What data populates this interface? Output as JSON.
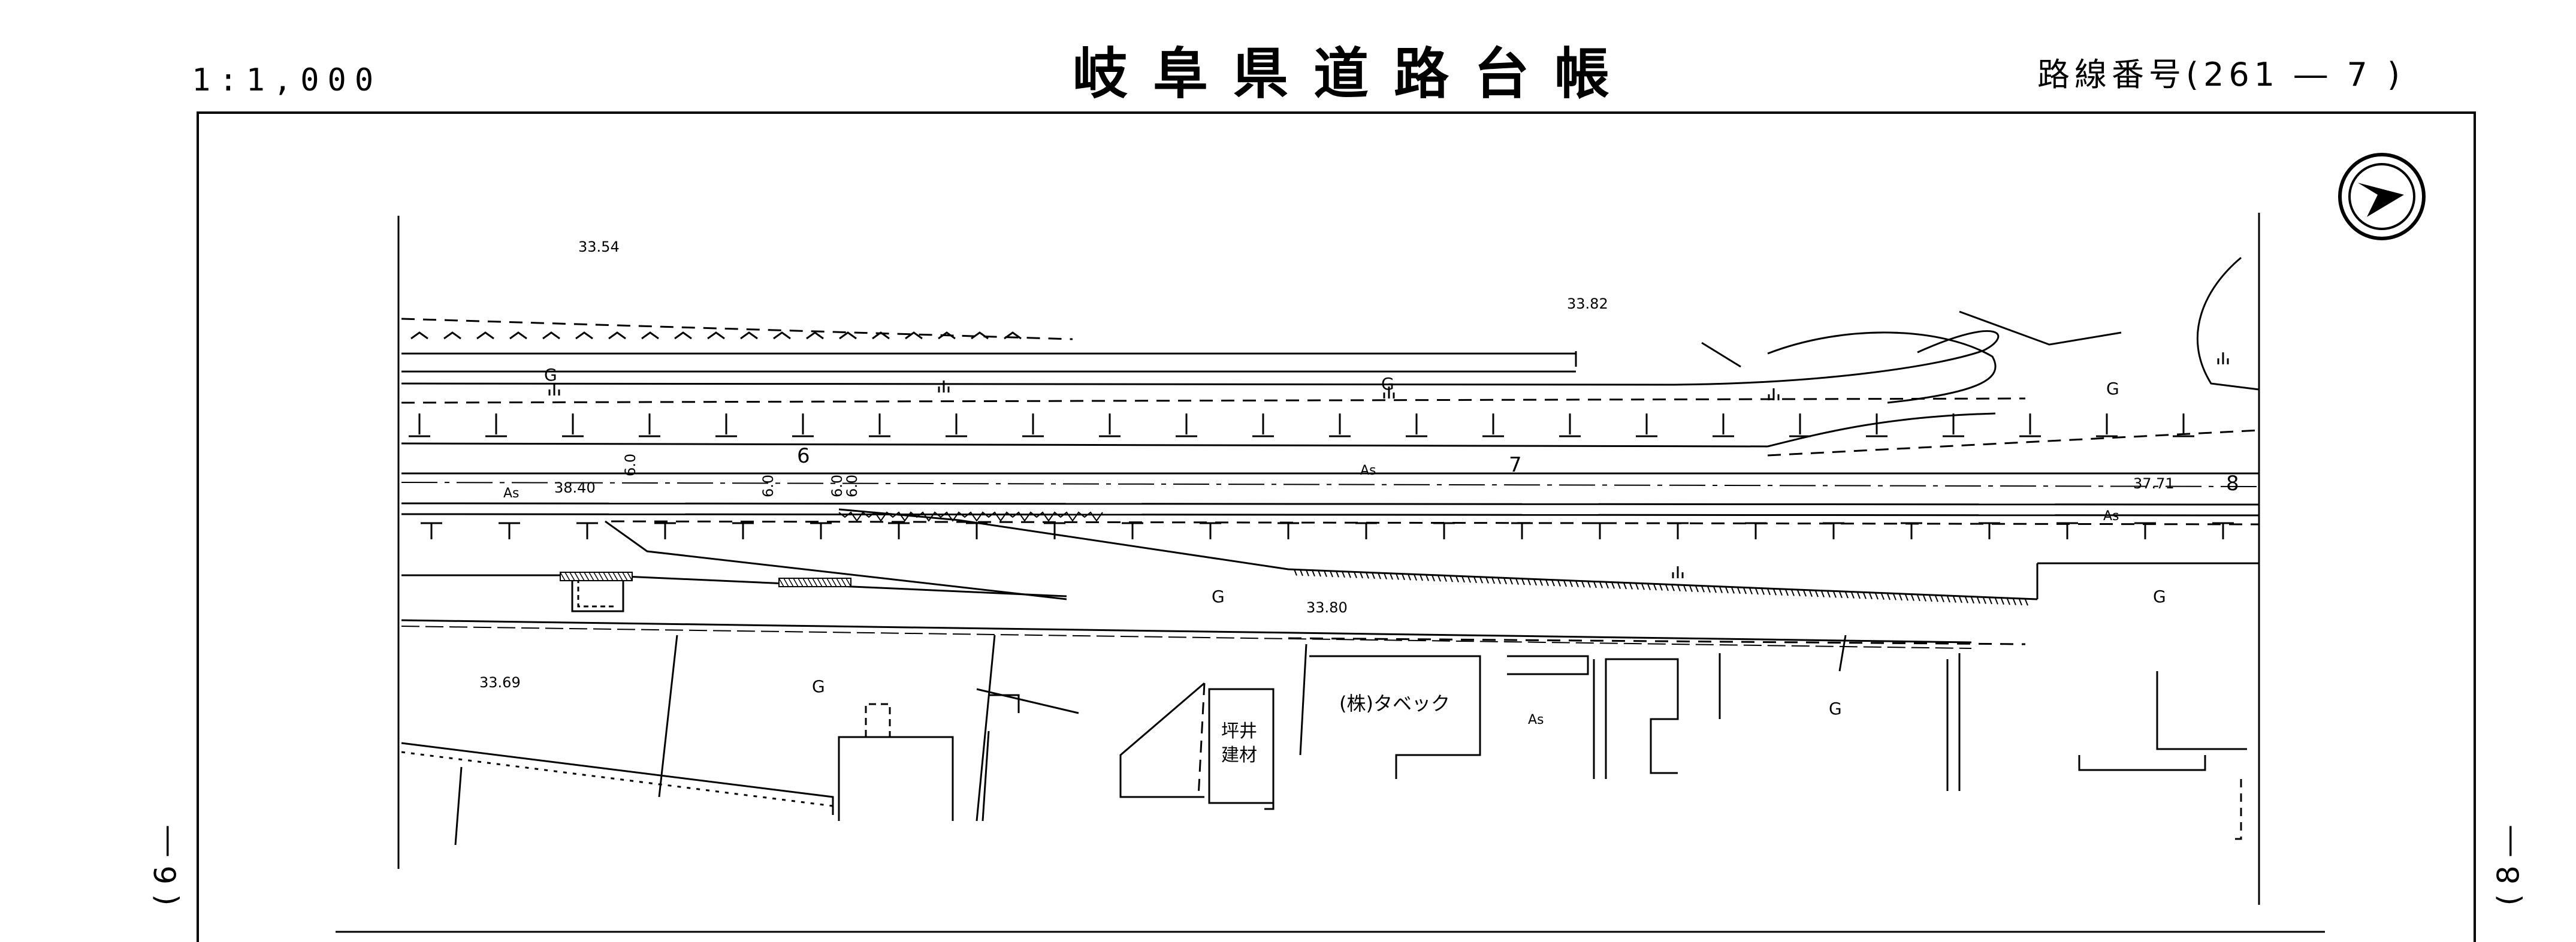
{
  "header": {
    "scale": "1:1,000",
    "title": "岐阜県道路台帳",
    "route_number": "路線番号(261 ― 7 )"
  },
  "margins": {
    "prev_sheet": "( 6 ―",
    "next_sheet": "( 8 ―"
  },
  "compass": {
    "icon": "north-arrow-icon"
  },
  "map_labels": {
    "elev_1": "33.54",
    "elev_2": "33.82",
    "elev_3": "38.40",
    "elev_4": "37.71",
    "elev_5": "33.80",
    "elev_6": "33.69",
    "station_6": "6",
    "station_7": "7",
    "station_8": "8",
    "width_a": "6.0",
    "width_b": "6.0",
    "width_c": "6.0",
    "width_d": "6.0",
    "surface_as_1": "As",
    "surface_as_2": "As",
    "surface_as_3": "As",
    "surface_as_4": "As",
    "surface_g_1": "G",
    "surface_g_2": "G",
    "surface_g_3": "G",
    "surface_g_4": "G",
    "surface_g_5": "G",
    "surface_g_6": "G",
    "surface_g_7": "G",
    "building_1": "(株)タベック",
    "building_2a": "坪井",
    "building_2b": "建材"
  }
}
